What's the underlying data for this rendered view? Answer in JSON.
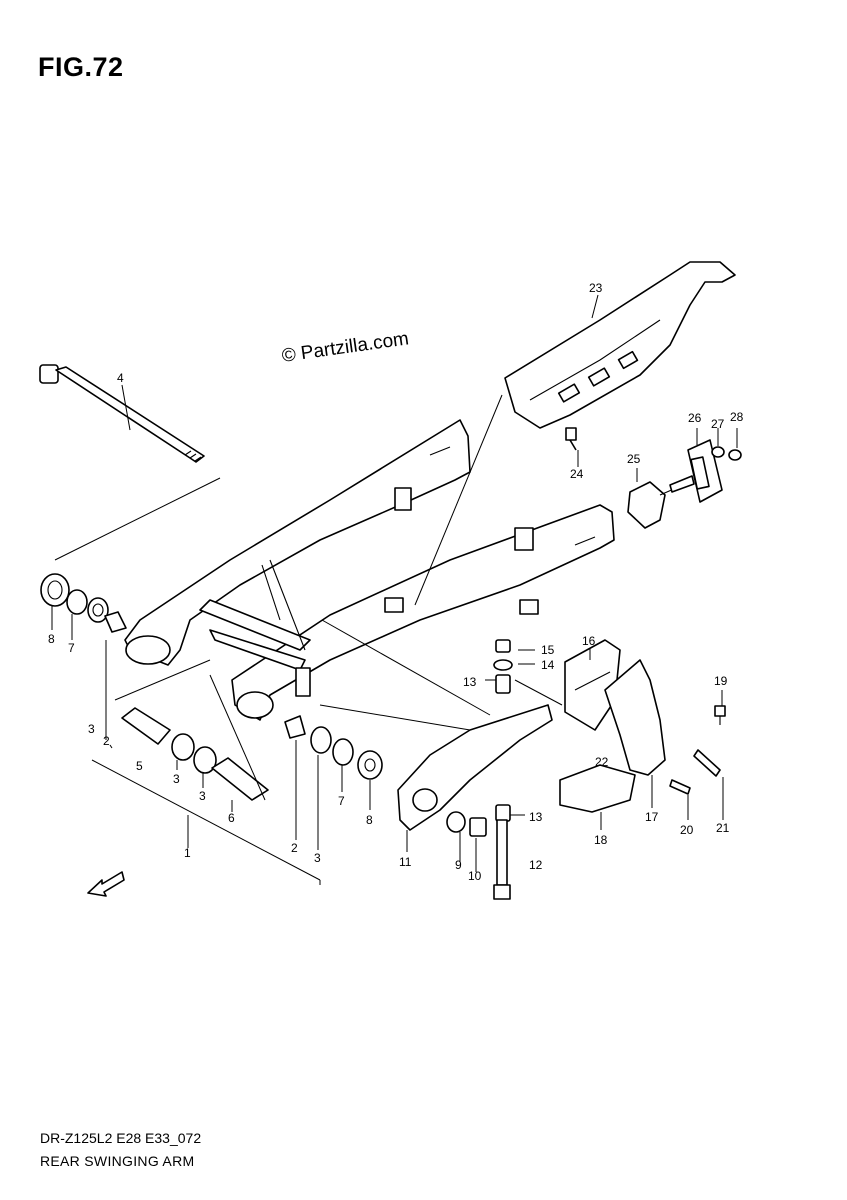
{
  "figure_title": "FIG.72",
  "watermark": "© Partzilla.com",
  "diagram_code": "DR-Z125L2 E28 E33_072",
  "caption": "REAR SWINGING ARM",
  "callouts": {
    "c1": "1",
    "c2a": "2",
    "c2b": "2",
    "c3a": "3",
    "c3b": "3",
    "c3c": "3",
    "c3d": "3",
    "c4": "4",
    "c5": "5",
    "c6": "6",
    "c7a": "7",
    "c7b": "7",
    "c8a": "8",
    "c8b": "8",
    "c9": "9",
    "c10": "10",
    "c11": "11",
    "c12": "12",
    "c13a": "13",
    "c13b": "13",
    "c14": "14",
    "c15": "15",
    "c16": "16",
    "c17": "17",
    "c18": "18",
    "c19": "19",
    "c20": "20",
    "c21": "21",
    "c22": "22",
    "c23": "23",
    "c24": "24",
    "c25": "25",
    "c26": "26",
    "c27": "27",
    "c28": "28"
  },
  "icons": {
    "front_arrow": "fwd-arrow-icon"
  }
}
